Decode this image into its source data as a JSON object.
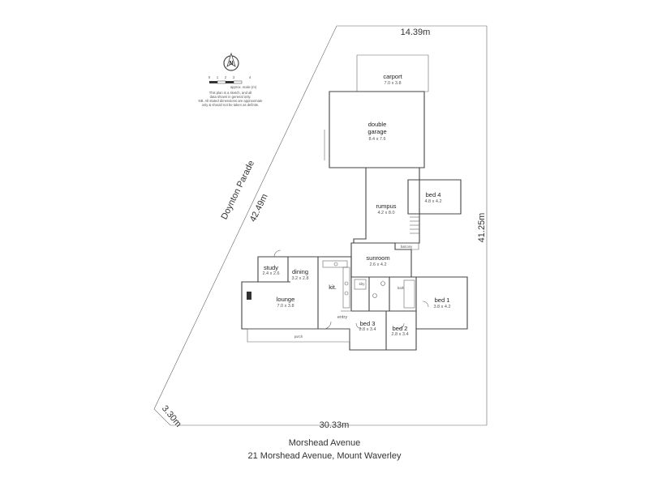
{
  "boundary": {
    "top": "14.39m",
    "left_side": "42.49m",
    "right_side": "41.25m",
    "bottom": "30.33m",
    "corner": "3.30m"
  },
  "street_name": "Doynton Parade",
  "compass_letter": "N",
  "scale": {
    "ticks": [
      "0",
      "1",
      "2",
      "3",
      "4"
    ],
    "label": "approx. scale (m)",
    "note_lines": [
      "This plan is a sketch, and all",
      "data shown in general only.",
      "NB. All stated dimensions are approximate",
      "only & should not be taken as definite."
    ]
  },
  "rooms": {
    "carport": {
      "name": "carport",
      "size": "7.0 x 3.8"
    },
    "garage": {
      "name_1": "double",
      "name_2": "garage",
      "size": "8.4 x 7.6"
    },
    "rumpus": {
      "name": "rumpus",
      "size": "4.2 x 8.0"
    },
    "bed4": {
      "name": "bed 4",
      "size": "4.8 x 4.2"
    },
    "balcony": {
      "name": "balcony"
    },
    "sunroom": {
      "name": "sunroom",
      "size": "2.6 x 4.2"
    },
    "study": {
      "name": "study",
      "size": "2.4 x 2.6"
    },
    "dining": {
      "name": "dining",
      "size": "3.2 x 2.8"
    },
    "kitchen": {
      "name": "kit."
    },
    "lounge": {
      "name": "lounge",
      "size": "7.0 x 3.8"
    },
    "laundry": {
      "name": "ldry"
    },
    "bath": {
      "name": "bath"
    },
    "bed1": {
      "name": "bed 1",
      "size": "3.8 x 4.2"
    },
    "entry": {
      "name": "entry"
    },
    "bed3": {
      "name": "bed 3",
      "size": "2.8 x 3.4"
    },
    "bed2": {
      "name": "bed 2",
      "size": "2.8 x 3.4"
    },
    "porch": {
      "name": "porch"
    }
  },
  "address": {
    "street": "Morshead Avenue",
    "full": "21 Morshead Avenue, Mount Waverley"
  }
}
